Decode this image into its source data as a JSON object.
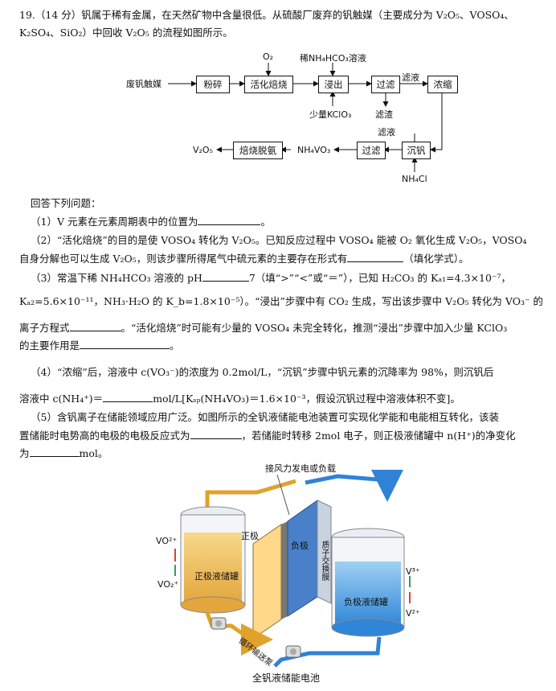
{
  "question": {
    "line1": "19.（14 分）钒属于稀有金属，在天然矿物中含量很低。从硫酸厂废弃的钒触媒（主要成分为 V₂O₅、VOSO₄、",
    "line2": "K₂SO₄、SiO₂）中回收 V₂O₅ 的流程如图所示。"
  },
  "flowchart": {
    "start": "废钒触媒",
    "crush": "粉碎",
    "roast": "活化焙烧",
    "leach": "浸出",
    "filter1": "过滤",
    "concentrate": "浓缩",
    "precip": "沉钒",
    "filter2": "过滤",
    "calcine": "焙烧脱氨",
    "o2": "O₂",
    "nh4hco3": "稀NH₄HCO₃溶液",
    "kclo3": "少量KClO₃",
    "residue": "滤渣",
    "filtrate1": "滤液",
    "filtrate2": "滤液",
    "nh4cl": "NH₄Cl",
    "nh4vo3": "NH₄VO₃",
    "v2o5": "V₂O₅"
  },
  "answer_intro": "回答下列问题：",
  "q1": {
    "a": "（1）V 元素在元素周期表中的位置为",
    "b": "。"
  },
  "q2": {
    "a": "（2）“活化焙烧”的目的是使 VOSO₄ 转化为 V₂O₅。已知反应过程中 VOSO₄ 能被 O₂ 氧化生成 V₂O₅，VOSO₄",
    "b": "自身分解也可以生成 V₂O₅，则该步骤所得尾气中硫元素的主要存在形式有",
    "c": "（填化学式）。"
  },
  "q3": {
    "a1": "（3）常温下稀 NH₄HCO₃ 溶液的 pH",
    "a2": "7（填“>”“<”或“＝”），已知 H₂CO₃ 的 Kₐ₁=4.3×10⁻⁷，",
    "b": "Kₐ₂=5.6×10⁻¹¹，NH₃·H₂O 的 K_b=1.8×10⁻⁵）。“浸出”步骤中有 CO₂ 生成，写出该步骤中 V₂O₅ 转化为 VO₃⁻ 的",
    "c1": "离子方程式",
    "c2": "。“活化焙烧”时可能有少量的 VOSO₄ 未完全转化，推测“浸出”步骤中加入少量 KClO₃",
    "d1": "的主要作用是",
    "d2": "。"
  },
  "q4": {
    "a": "（4）“浓缩”后，溶液中 c(VO₃⁻)的浓度为 0.2mol/L，“沉钒”步骤中钒元素的沉降率为 98%，则沉钒后",
    "b1": "溶液中 c(NH₄⁺)＝",
    "b2": "mol/L[Kₛₚ(NH₄VO₃)＝1.6×10⁻³，假设沉钒过程中溶液体积不变]。"
  },
  "q5": {
    "a": "（5）含钒离子在储能领域应用广泛。如图所示的全钒液储能电池装置可实现化学能和电能相互转化，该装",
    "b1": "置储能时电势高的电极的电极反应式为",
    "b2": "，若储能时转移 2mol 电子，则正极液储罐中 n(H⁺)的净变化",
    "c1": "为",
    "c2": "mol。"
  },
  "battery": {
    "wire": "接风力发电或负载",
    "positive": "正极",
    "negative": "负极",
    "membrane": "质子交换膜",
    "pos_tank": "正极液储罐",
    "neg_tank": "负极液储罐",
    "pump": "循环输送泵",
    "vo2plus": "VO²⁺",
    "vo2plus_b": "VO₂⁺",
    "v3": "V³⁺",
    "v2": "V²⁺",
    "caption": "全钒液储能电池"
  },
  "colors": {
    "pos_liquid": "#f0c15a",
    "neg_liquid": "#5aa6e6",
    "pipe_orange": "#e0a22c",
    "pipe_blue": "#2f82d6",
    "plate": "#4a7fc9"
  }
}
